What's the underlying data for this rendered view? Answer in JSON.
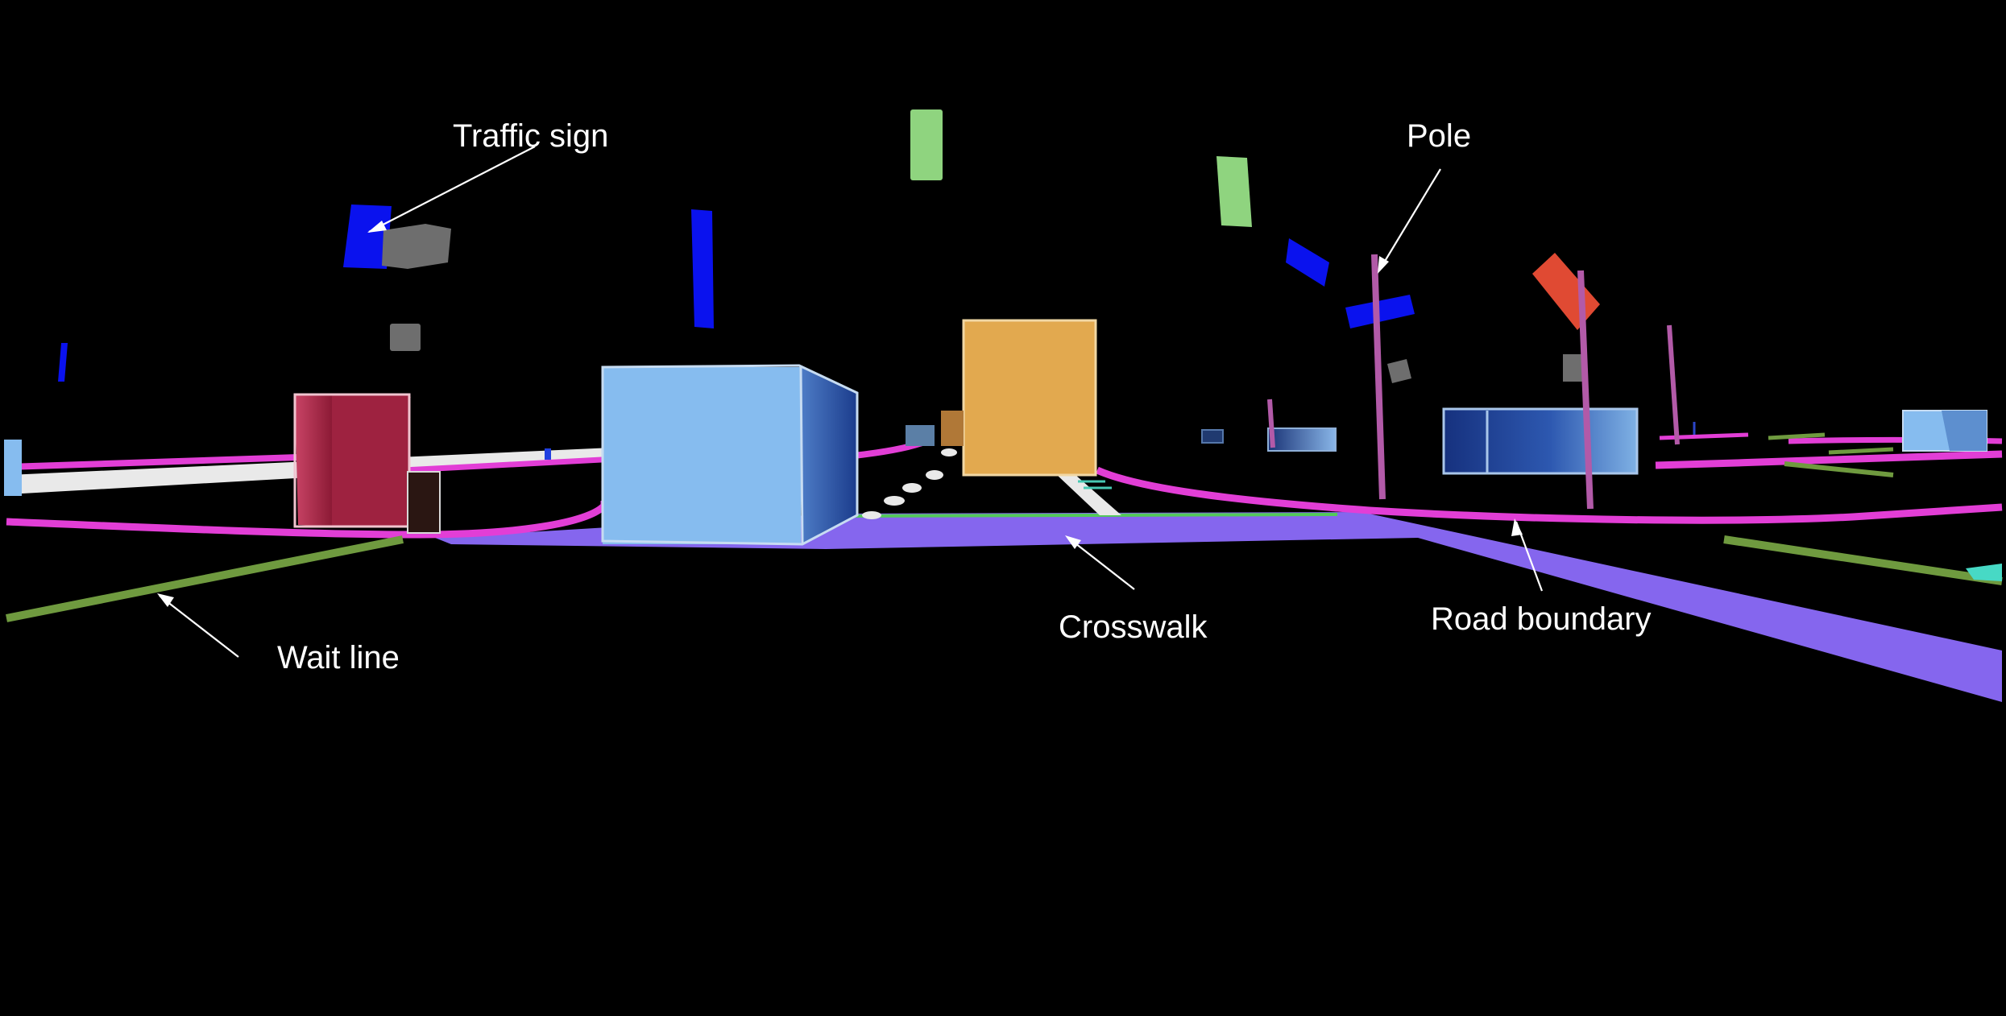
{
  "annotations": {
    "traffic_sign": "Traffic sign",
    "pole": "Pole",
    "crosswalk": "Crosswalk",
    "road_boundary": "Road boundary",
    "wait_line": "Wait line"
  },
  "colors": {
    "background": "#000000",
    "crosswalk": "#8566ee",
    "road_boundary": "#e23ed6",
    "wait_line": "#6f9a3f",
    "traffic_sign": "#0a12ee",
    "pole": "#b25aa8",
    "vehicle_light_blue": "#86bcef",
    "vehicle_orange": "#e2a94f",
    "vehicle_crimson": "#9e2240",
    "traffic_light": "#8fd47f",
    "gray_box": "#6e6e6e",
    "red_sign": "#e04a33"
  }
}
